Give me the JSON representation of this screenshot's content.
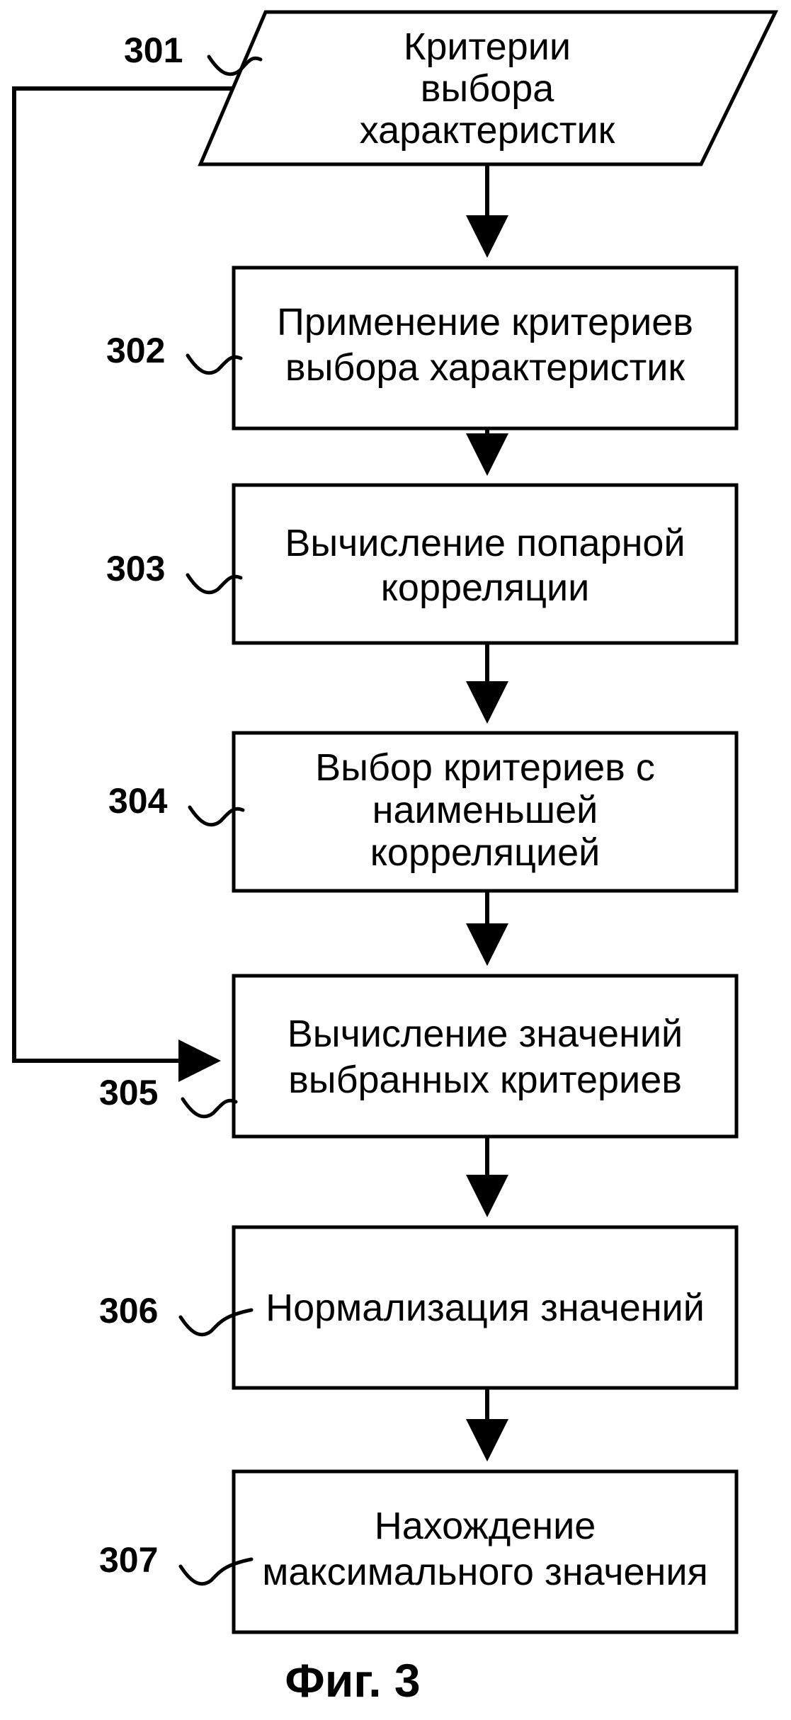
{
  "steps": [
    {
      "ref": "301",
      "lines": [
        "Критерии",
        "выбора",
        "характеристик"
      ]
    },
    {
      "ref": "302",
      "lines": [
        "Применение критериев",
        "выбора характеристик"
      ]
    },
    {
      "ref": "303",
      "lines": [
        "Вычисление попарной",
        "корреляции"
      ]
    },
    {
      "ref": "304",
      "lines": [
        "Выбор критериев с",
        "наименьшей",
        "корреляцией"
      ]
    },
    {
      "ref": "305",
      "lines": [
        "Вычисление значений",
        "выбранных критериев"
      ]
    },
    {
      "ref": "306",
      "lines": [
        "Нормализация значений"
      ]
    },
    {
      "ref": "307",
      "lines": [
        "Нахождение",
        "максимального значения"
      ]
    }
  ],
  "caption": "Фиг. 3"
}
